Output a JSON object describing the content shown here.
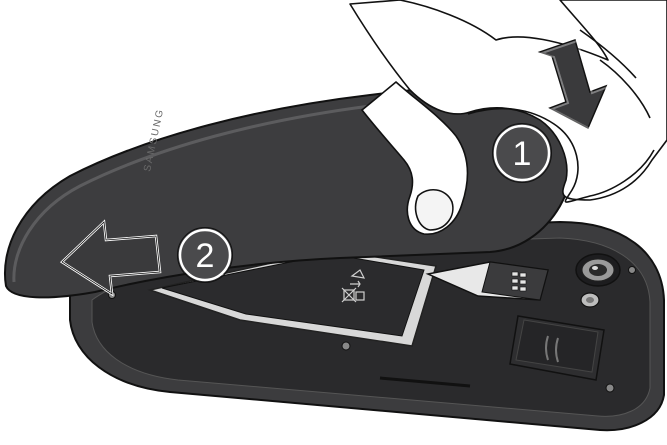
{
  "illustration": {
    "brand_label": "SAMSUNG",
    "steps": [
      {
        "number": "1"
      },
      {
        "number": "2"
      }
    ]
  }
}
